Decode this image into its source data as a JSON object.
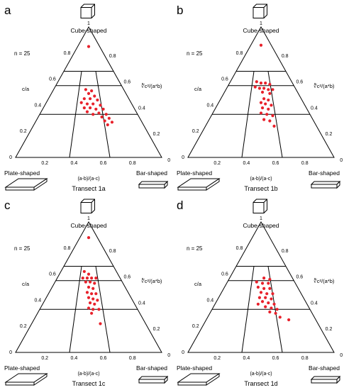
{
  "chart_data": [
    {
      "type": "scatter",
      "panel_letter": "a",
      "title": "Transect 1a",
      "n_label": "n = 25",
      "top_label": "Cube-shaped",
      "left_label": "Plate-shaped",
      "right_label": "Bar-shaped",
      "left_axis_label": "c/a",
      "right_axis_label": "∛c²/(a*b)",
      "bottom_axis_label": "(a-b)/(a-c)",
      "top_tick": "1",
      "left_ticks": [
        "0.8",
        "0.6",
        "0.4",
        "0.2",
        "0"
      ],
      "right_ticks": [
        "0.8",
        "0.6",
        "0.4",
        "0.2",
        "0"
      ],
      "bottom_ticks": [
        "0.2",
        "0.4",
        "0.6",
        "0.8"
      ],
      "points": [
        {
          "x": 0.5,
          "y": 0.85
        },
        {
          "x": 0.48,
          "y": 0.52
        },
        {
          "x": 0.52,
          "y": 0.51
        },
        {
          "x": 0.5,
          "y": 0.49
        },
        {
          "x": 0.54,
          "y": 0.47
        },
        {
          "x": 0.47,
          "y": 0.45
        },
        {
          "x": 0.51,
          "y": 0.45
        },
        {
          "x": 0.56,
          "y": 0.44
        },
        {
          "x": 0.45,
          "y": 0.42
        },
        {
          "x": 0.49,
          "y": 0.41
        },
        {
          "x": 0.53,
          "y": 0.41
        },
        {
          "x": 0.58,
          "y": 0.4
        },
        {
          "x": 0.47,
          "y": 0.38
        },
        {
          "x": 0.51,
          "y": 0.38
        },
        {
          "x": 0.55,
          "y": 0.37
        },
        {
          "x": 0.6,
          "y": 0.37
        },
        {
          "x": 0.49,
          "y": 0.35
        },
        {
          "x": 0.57,
          "y": 0.34
        },
        {
          "x": 0.62,
          "y": 0.33
        },
        {
          "x": 0.53,
          "y": 0.33
        },
        {
          "x": 0.59,
          "y": 0.31
        },
        {
          "x": 0.64,
          "y": 0.3
        },
        {
          "x": 0.61,
          "y": 0.28
        },
        {
          "x": 0.66,
          "y": 0.27
        },
        {
          "x": 0.63,
          "y": 0.25
        }
      ]
    },
    {
      "type": "scatter",
      "panel_letter": "b",
      "title": "Transect 1b",
      "n_label": "n = 25",
      "top_label": "Cube-shaped",
      "left_label": "Plate-shaped",
      "right_label": "Bar-shaped",
      "left_axis_label": "c/a",
      "right_axis_label": "∛c²/(a*b)",
      "bottom_axis_label": "(a-b)/(a-c)",
      "top_tick": "1",
      "left_ticks": [
        "0.8",
        "0.6",
        "0.4",
        "0.2",
        "0"
      ],
      "right_ticks": [
        "0.8",
        "0.6",
        "0.4",
        "0.2",
        "0"
      ],
      "bottom_ticks": [
        "0.2",
        "0.4",
        "0.6",
        "0.8"
      ],
      "points": [
        {
          "x": 0.5,
          "y": 0.86
        },
        {
          "x": 0.47,
          "y": 0.58
        },
        {
          "x": 0.5,
          "y": 0.57
        },
        {
          "x": 0.53,
          "y": 0.57
        },
        {
          "x": 0.56,
          "y": 0.56
        },
        {
          "x": 0.46,
          "y": 0.54
        },
        {
          "x": 0.49,
          "y": 0.53
        },
        {
          "x": 0.52,
          "y": 0.53
        },
        {
          "x": 0.55,
          "y": 0.52
        },
        {
          "x": 0.58,
          "y": 0.52
        },
        {
          "x": 0.51,
          "y": 0.5
        },
        {
          "x": 0.56,
          "y": 0.49
        },
        {
          "x": 0.52,
          "y": 0.45
        },
        {
          "x": 0.55,
          "y": 0.44
        },
        {
          "x": 0.5,
          "y": 0.42
        },
        {
          "x": 0.53,
          "y": 0.41
        },
        {
          "x": 0.57,
          "y": 0.4
        },
        {
          "x": 0.51,
          "y": 0.38
        },
        {
          "x": 0.55,
          "y": 0.37
        },
        {
          "x": 0.5,
          "y": 0.34
        },
        {
          "x": 0.54,
          "y": 0.33
        },
        {
          "x": 0.58,
          "y": 0.32
        },
        {
          "x": 0.52,
          "y": 0.29
        },
        {
          "x": 0.56,
          "y": 0.28
        },
        {
          "x": 0.59,
          "y": 0.24
        }
      ]
    },
    {
      "type": "scatter",
      "panel_letter": "c",
      "title": "Transect 1c",
      "n_label": "n = 25",
      "top_label": "Cube-shaped",
      "left_label": "Plate-shaped",
      "right_label": "Bar-shaped",
      "left_axis_label": "c/a",
      "right_axis_label": "∛c²/(a*b)",
      "bottom_axis_label": "(a-b)/(a-c)",
      "top_tick": "1",
      "left_ticks": [
        "0.8",
        "0.6",
        "0.4",
        "0.2",
        "0"
      ],
      "right_ticks": [
        "0.8",
        "0.6",
        "0.4",
        "0.2",
        "0"
      ],
      "bottom_ticks": [
        "0.2",
        "0.4",
        "0.6",
        "0.8"
      ],
      "points": [
        {
          "x": 0.5,
          "y": 0.88
        },
        {
          "x": 0.47,
          "y": 0.62
        },
        {
          "x": 0.5,
          "y": 0.6
        },
        {
          "x": 0.46,
          "y": 0.57
        },
        {
          "x": 0.49,
          "y": 0.57
        },
        {
          "x": 0.52,
          "y": 0.57
        },
        {
          "x": 0.55,
          "y": 0.57
        },
        {
          "x": 0.48,
          "y": 0.54
        },
        {
          "x": 0.51,
          "y": 0.54
        },
        {
          "x": 0.54,
          "y": 0.53
        },
        {
          "x": 0.5,
          "y": 0.5
        },
        {
          "x": 0.53,
          "y": 0.49
        },
        {
          "x": 0.49,
          "y": 0.46
        },
        {
          "x": 0.52,
          "y": 0.45
        },
        {
          "x": 0.55,
          "y": 0.45
        },
        {
          "x": 0.5,
          "y": 0.42
        },
        {
          "x": 0.53,
          "y": 0.41
        },
        {
          "x": 0.56,
          "y": 0.4
        },
        {
          "x": 0.51,
          "y": 0.38
        },
        {
          "x": 0.54,
          "y": 0.37
        },
        {
          "x": 0.5,
          "y": 0.34
        },
        {
          "x": 0.53,
          "y": 0.33
        },
        {
          "x": 0.57,
          "y": 0.33
        },
        {
          "x": 0.52,
          "y": 0.3
        },
        {
          "x": 0.58,
          "y": 0.22
        }
      ]
    },
    {
      "type": "scatter",
      "panel_letter": "d",
      "title": "Transect 1d",
      "n_label": "n = 25",
      "top_label": "Cube-shaped",
      "left_label": "Plate-shaped",
      "right_label": "Bar-shaped",
      "left_axis_label": "c/a",
      "right_axis_label": "∛c²/(a*b)",
      "bottom_axis_label": "(a-b)/(a-c)",
      "top_tick": "1",
      "left_ticks": [
        "0.8",
        "0.6",
        "0.4",
        "0.2",
        "0"
      ],
      "right_ticks": [
        "0.8",
        "0.6",
        "0.4",
        "0.2",
        "0"
      ],
      "bottom_ticks": [
        "0.2",
        "0.4",
        "0.6",
        "0.8"
      ],
      "points": [
        {
          "x": 0.52,
          "y": 0.57
        },
        {
          "x": 0.56,
          "y": 0.56
        },
        {
          "x": 0.47,
          "y": 0.54
        },
        {
          "x": 0.51,
          "y": 0.53
        },
        {
          "x": 0.55,
          "y": 0.53
        },
        {
          "x": 0.48,
          "y": 0.5
        },
        {
          "x": 0.52,
          "y": 0.49
        },
        {
          "x": 0.56,
          "y": 0.49
        },
        {
          "x": 0.5,
          "y": 0.46
        },
        {
          "x": 0.54,
          "y": 0.45
        },
        {
          "x": 0.58,
          "y": 0.45
        },
        {
          "x": 0.49,
          "y": 0.42
        },
        {
          "x": 0.53,
          "y": 0.42
        },
        {
          "x": 0.57,
          "y": 0.41
        },
        {
          "x": 0.51,
          "y": 0.39
        },
        {
          "x": 0.55,
          "y": 0.38
        },
        {
          "x": 0.48,
          "y": 0.37
        },
        {
          "x": 0.59,
          "y": 0.37
        },
        {
          "x": 0.53,
          "y": 0.35
        },
        {
          "x": 0.57,
          "y": 0.34
        },
        {
          "x": 0.61,
          "y": 0.33
        },
        {
          "x": 0.56,
          "y": 0.31
        },
        {
          "x": 0.6,
          "y": 0.3
        },
        {
          "x": 0.63,
          "y": 0.27
        },
        {
          "x": 0.69,
          "y": 0.25
        }
      ]
    }
  ],
  "colors": {
    "points": "#e8212b",
    "lines": "#000000"
  }
}
